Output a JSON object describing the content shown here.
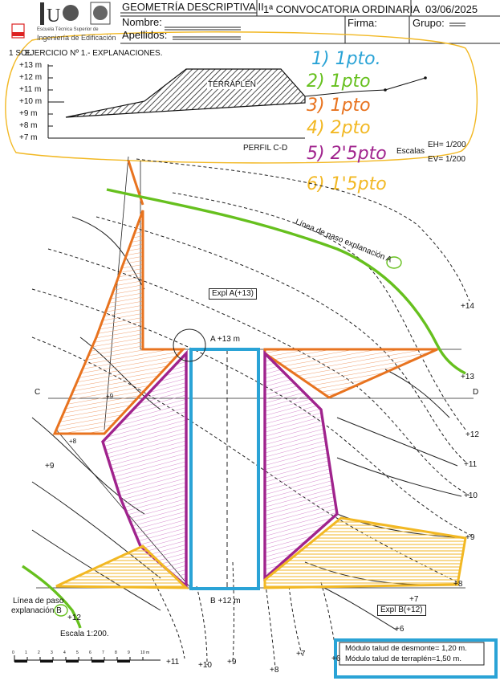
{
  "header": {
    "course_line": "GEOMETRÍA DESCRIPTIVA II",
    "session": "1ª CONVOCATORIA ORDINARIA",
    "date": "03/06/2025",
    "name_label": "Nombre:",
    "surname_label": "Apellidos:",
    "signature_label": "Firma:",
    "group_label": "Grupo:",
    "school_small": "Escuela Técnica Superior de",
    "school_name": "Ingeniería de Edificación"
  },
  "exercise": {
    "title": "EJERCICIO Nº 1.- EXPLANACIONES.",
    "prefix": "1 SOL"
  },
  "profile": {
    "levels": [
      "+13 m",
      "+12 m",
      "+11 m",
      "+10 m",
      "+9 m",
      "+8 m",
      "+7 m"
    ],
    "fill_label": "TERRAPLÉN",
    "caption": "PERFIL C-D",
    "scales_label": "Escalas",
    "eh": "EH= 1/200",
    "ev": "EV= 1/200"
  },
  "grading": [
    "1) 1pto.",
    "2) 1pto",
    "3) 1pto",
    "4) 2pto",
    "5) 2'5pto",
    "6) 1'5pto"
  ],
  "plan": {
    "line_a": "Línea de paso explanación A",
    "line_a_mark": "A",
    "expl_a": "Expl A(+13)",
    "point_a": "A  +13 m",
    "point_b": "B  +12 m",
    "expl_b": "Expl B(+12)",
    "line_b_1": "Línea de paso",
    "line_b_2": "explanación B",
    "line_b_mark": "B",
    "c": "C",
    "d": "D",
    "contours": [
      "+14",
      "+13",
      "+12",
      "+11",
      "+10",
      "+9",
      "+8",
      "+7",
      "+6"
    ],
    "left_marks": [
      "+9",
      "+8",
      "+9",
      "+12"
    ],
    "bottom_marks": [
      "+11",
      "+10",
      "+9",
      "+8",
      "+7",
      "+6"
    ],
    "scale": "Escala 1:200.",
    "scale_ticks": [
      "0",
      "1",
      "2",
      "3",
      "4",
      "5",
      "6",
      "7",
      "8",
      "9",
      "10 m"
    ],
    "cut_slope": "Módulo talud de desmonte= 1,20 m.",
    "fill_slope": "Módulo talud de terraplén=1,50 m."
  },
  "colors": {
    "orange": "#e8731f",
    "green": "#66c01e",
    "blue": "#2aa3d6",
    "purple": "#a0238d",
    "yellow": "#f2b823",
    "pink": "#e4a0de"
  }
}
